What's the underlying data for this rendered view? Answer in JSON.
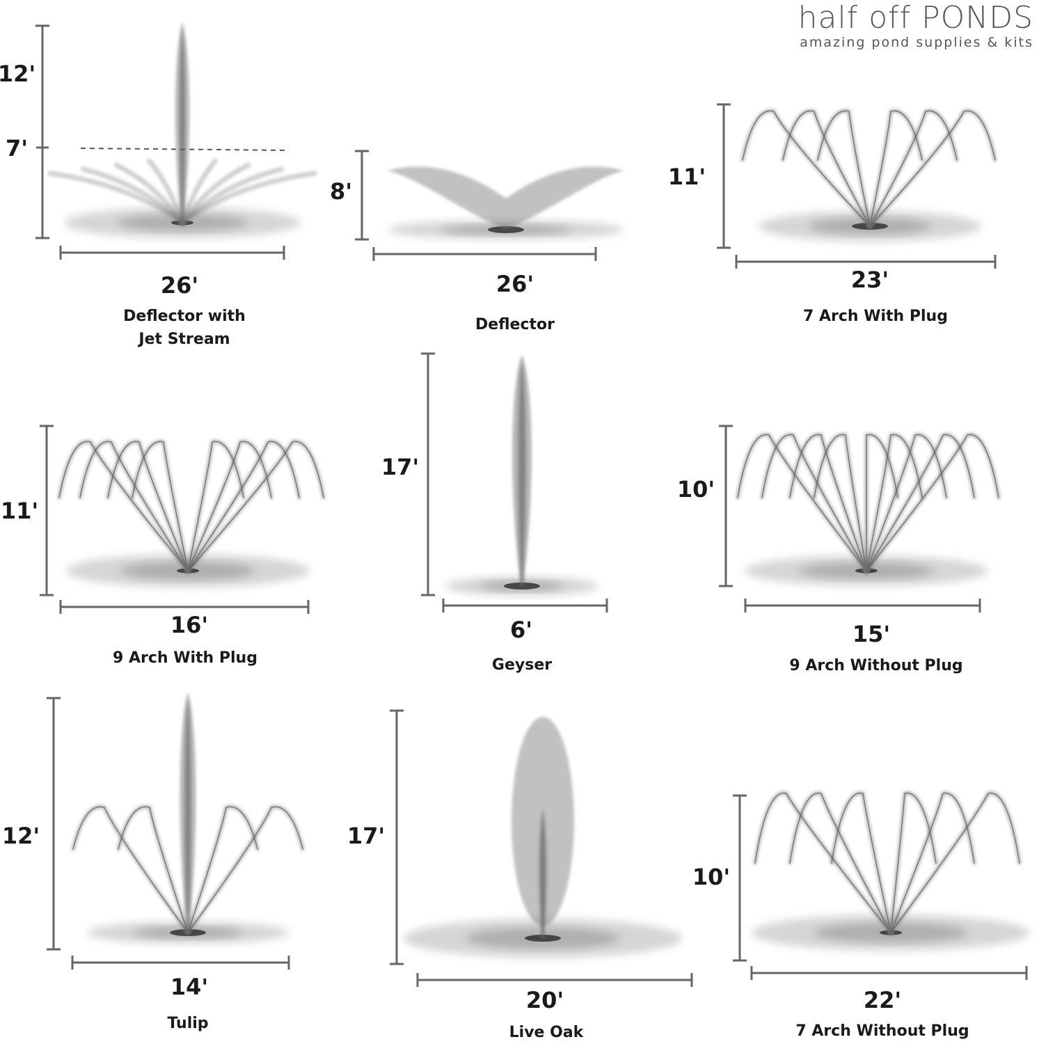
{
  "logo": {
    "brand_light": "half off ",
    "brand_strong": "PONDS",
    "tagline": "amazing pond supplies & kits"
  },
  "colors": {
    "ink": "#1a1a1a",
    "ruler": "#666666",
    "spray": "#777777"
  },
  "patterns": [
    {
      "name": "Deflector with Jet Stream",
      "height": "12'",
      "secondary_height": "7'",
      "width": "26'",
      "spray": "deflector-jet"
    },
    {
      "name": "Deflector",
      "height": "8'",
      "width": "26'",
      "spray": "deflector"
    },
    {
      "name": "7 Arch With Plug",
      "height": "11'",
      "width": "23'",
      "spray": "arch-7-plug"
    },
    {
      "name": "9 Arch With Plug",
      "height": "11'",
      "width": "16'",
      "spray": "arch-9-plug"
    },
    {
      "name": "Geyser",
      "height": "17'",
      "width": "6'",
      "spray": "geyser"
    },
    {
      "name": "9 Arch Without Plug",
      "height": "10'",
      "width": "15'",
      "spray": "arch-9"
    },
    {
      "name": "Tulip",
      "height": "12'",
      "width": "14'",
      "spray": "tulip"
    },
    {
      "name": "Live Oak",
      "height": "17'",
      "width": "20'",
      "spray": "live-oak"
    },
    {
      "name": "7 Arch Without Plug",
      "height": "10'",
      "width": "22'",
      "spray": "arch-7"
    }
  ]
}
